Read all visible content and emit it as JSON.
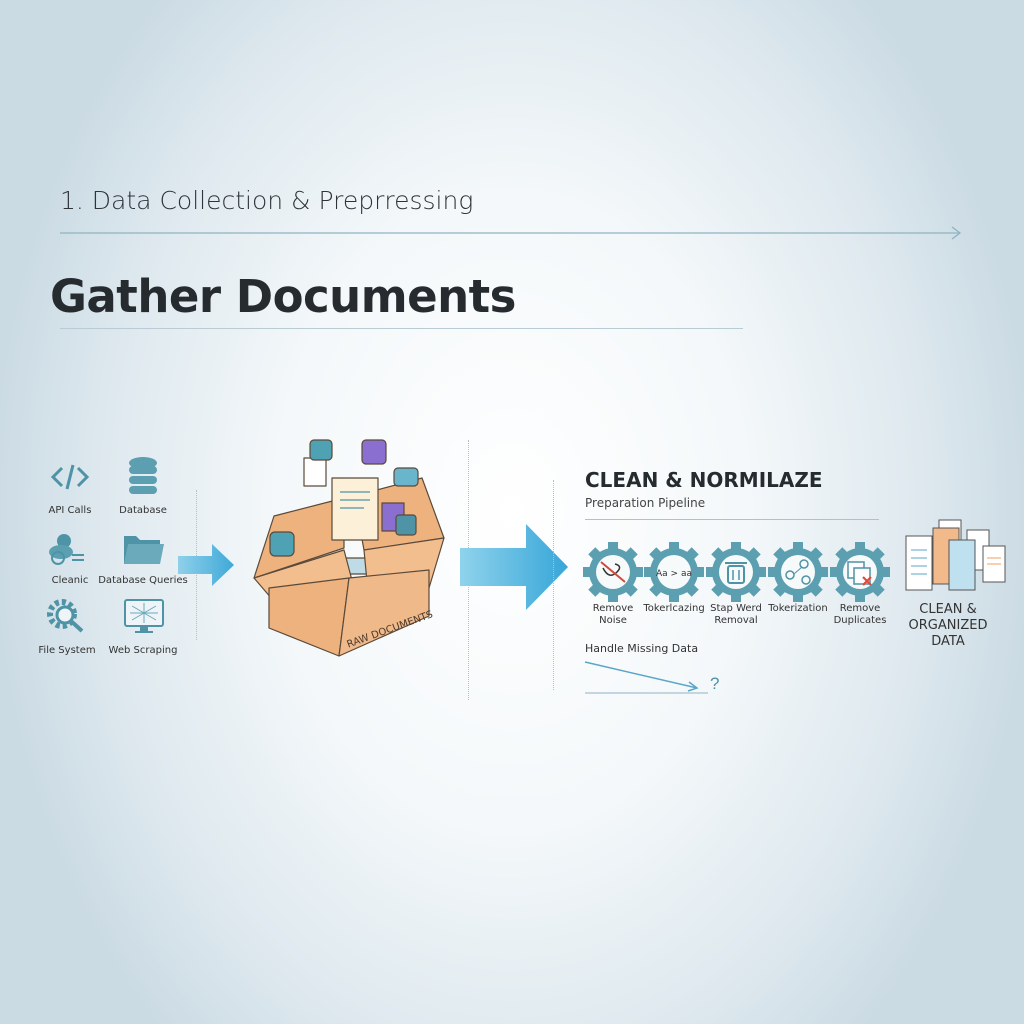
{
  "header": {
    "section": "1. Data Collection & Preprressing",
    "title": "Gather Documents"
  },
  "sources": [
    {
      "label": "API Calls",
      "icon": "code-icon"
    },
    {
      "label": "Database",
      "icon": "database-icon"
    },
    {
      "label": "Cleanic",
      "icon": "cloud-icon"
    },
    {
      "label": "Database Queries",
      "icon": "folder-icon"
    },
    {
      "label": "File System",
      "icon": "gear-search-icon"
    },
    {
      "label": "Web Scraping",
      "icon": "monitor-web-icon"
    }
  ],
  "box": {
    "label": "RAW DOCUMENTS"
  },
  "pipeline": {
    "title": "CLEAN & NORMILAZE",
    "subtitle": "Preparation Pipeline",
    "steps": [
      {
        "label": "Remove Noise",
        "icon": "noise-icon"
      },
      {
        "label": "Tokerlcazing",
        "icon": "lowercase-icon",
        "glyph": "Aa > aa"
      },
      {
        "label": "Stap Werd Removal",
        "icon": "trash-icon"
      },
      {
        "label": "Tokerization",
        "icon": "nodes-icon"
      },
      {
        "label": "Remove Duplicates",
        "icon": "duplicate-icon"
      }
    ],
    "result": "CLEAN & ORGANIZED DATA",
    "missing": "Handle Missing Data",
    "missing_mark": "?"
  },
  "colors": {
    "teal": "#4f93a6",
    "arrow": "#4db3dc",
    "box": "#f0b98a",
    "purple": "#8a6fd0"
  }
}
